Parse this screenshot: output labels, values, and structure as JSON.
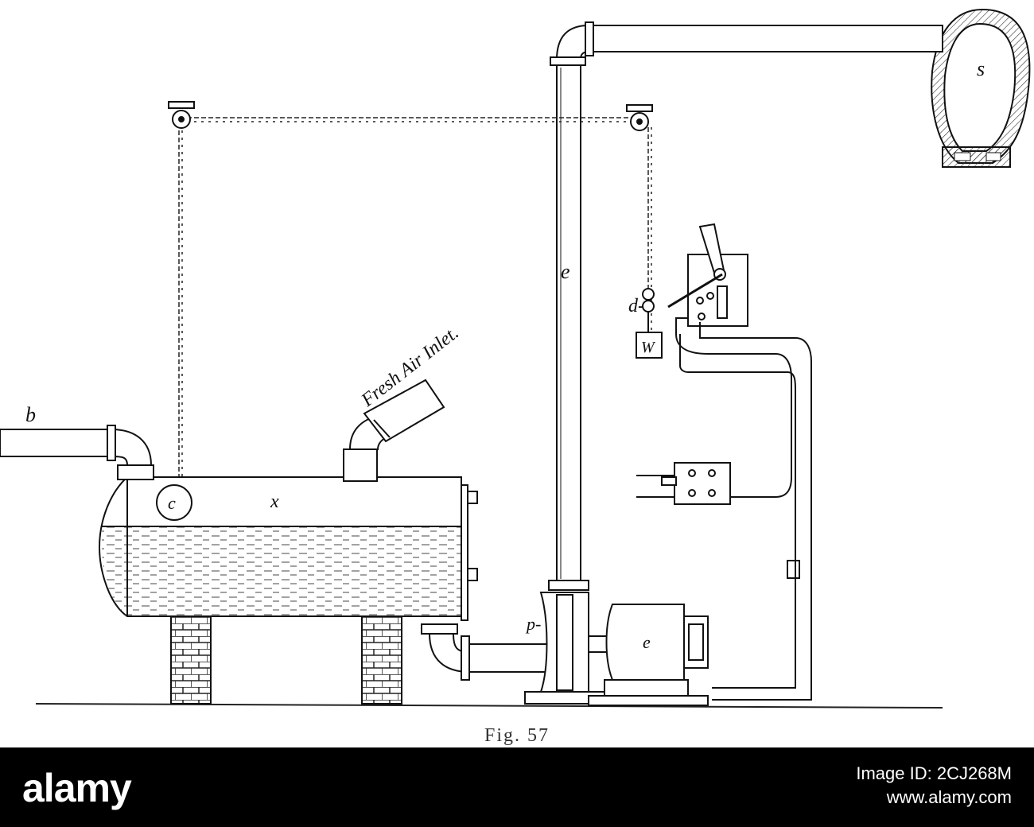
{
  "figure": {
    "caption": "Fig. 57",
    "labels": {
      "stack": "s",
      "pipe_e": "e",
      "inlet_b": "b",
      "tank_x": "x",
      "float_c": "c",
      "lever_d": "d-",
      "weight_w": "W",
      "pump_p": "p-",
      "motor_e": "e",
      "fresh_air": "Fresh Air Inlet."
    }
  },
  "stock": {
    "logo": "alamy",
    "image_id_label": "Image ID: 2CJ268M",
    "site": "www.alamy.com"
  }
}
